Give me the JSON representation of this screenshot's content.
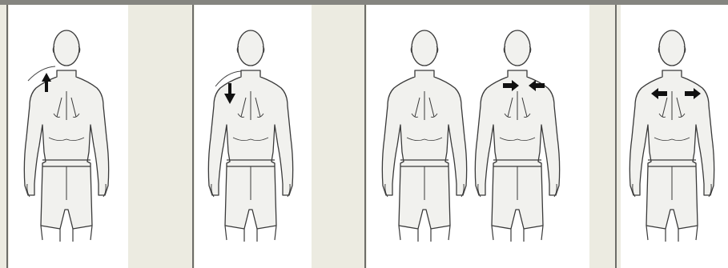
{
  "figure": {
    "background_color": "#ecebe1",
    "panel_color": "#ffffff",
    "line_color": "#3a3a3a",
    "fill_color": "#f1f1ee",
    "arrow_color": "#111111",
    "panels": [
      {
        "figures": [
          {
            "arrow": "up-arrow-left-shoulder"
          }
        ]
      },
      {
        "figures": [
          {
            "arrow": "down-arrow-left-shoulder"
          }
        ]
      },
      {
        "figures": [
          {
            "arrow": "none"
          },
          {
            "arrow": "inward-arrows-shoulder-blades"
          }
        ]
      },
      {
        "figures": [
          {
            "arrow": "outward-arrows-shoulder-blades"
          }
        ]
      }
    ]
  }
}
